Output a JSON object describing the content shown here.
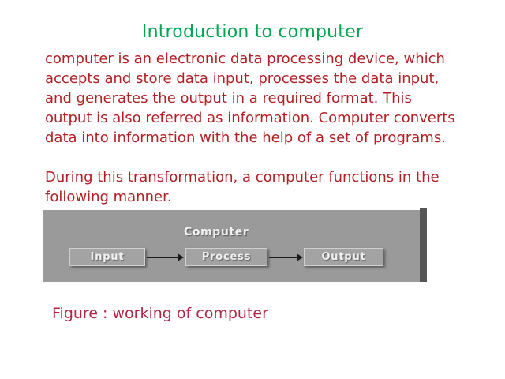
{
  "slide": {
    "title": "Introduction to computer",
    "body": {
      "paragraph1": "computer is an electronic data processing device, which accepts and store data input, processes the data input, and generates the output in a required format. This output is also referred as information. Computer converts data into information with the help of a set of programs.",
      "paragraph2": "During this transformation, a computer functions in the following manner."
    },
    "caption": "Figure : working of computer",
    "colors": {
      "title_green": "#00a550",
      "body_red": "#b21f24",
      "caption_red": "#b02545"
    }
  },
  "diagram": {
    "title": "Computer",
    "nodes": [
      "Input",
      "Process",
      "Output"
    ],
    "colors": {
      "panel_gray": "#9a9a9a",
      "box_gray": "#a3a3a3",
      "box_text": "#f0f0f0",
      "shadow_bar": "#555555",
      "arrow_black": "#1a1a1a"
    }
  }
}
